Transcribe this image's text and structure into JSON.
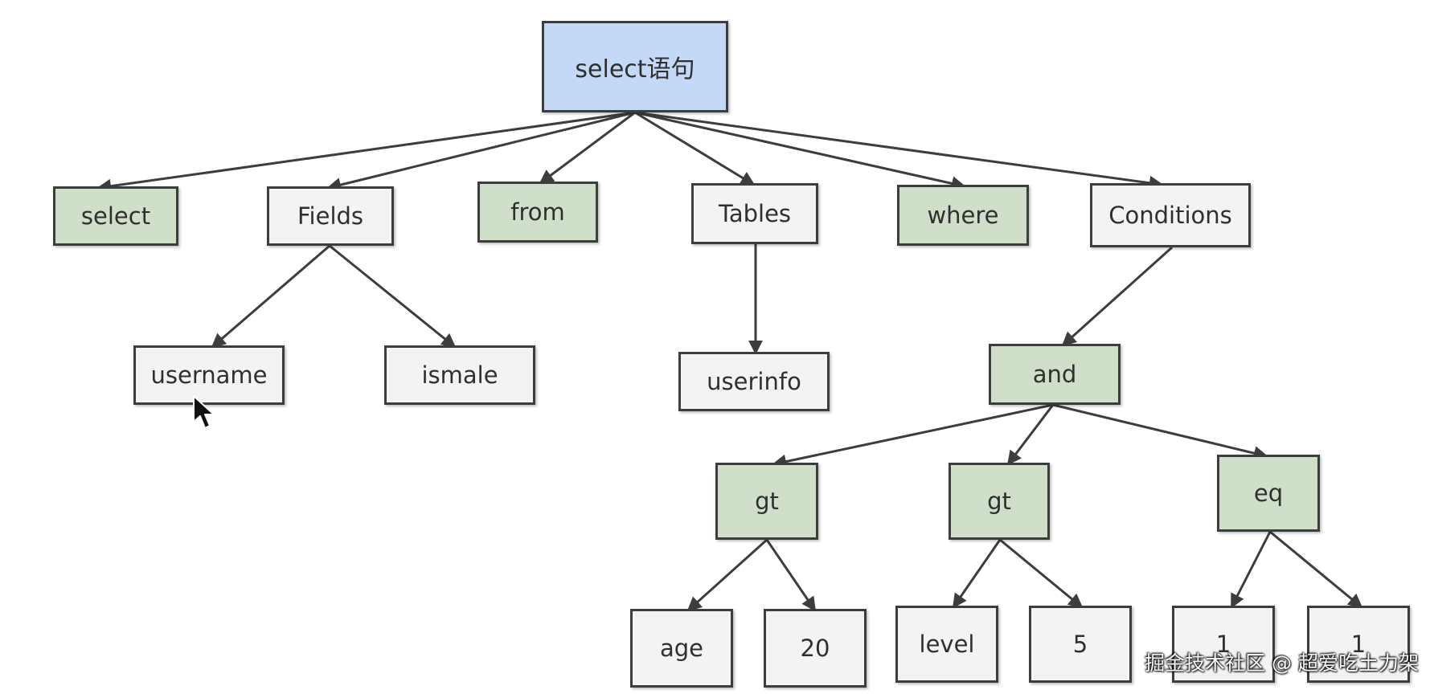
{
  "tree": {
    "root": "select语句",
    "level1": [
      "select",
      "Fields",
      "from",
      "Tables",
      "where",
      "Conditions"
    ],
    "fields": [
      "username",
      "ismale"
    ],
    "tables": [
      "userinfo"
    ],
    "conditions": {
      "op": "and",
      "children": [
        {
          "op": "gt",
          "left": "age",
          "right": "20"
        },
        {
          "op": "gt",
          "left": "level",
          "right": "5"
        },
        {
          "op": "eq",
          "left": "1",
          "right": "1"
        }
      ]
    }
  },
  "colors": {
    "root_fill": "#c3d9f7",
    "keyword_fill": "#d0dfc9",
    "plain_fill": "#f3f3f3",
    "border": "#3d3d3d"
  },
  "watermark": "掘金技术社区 @ 超爱吃土力架"
}
